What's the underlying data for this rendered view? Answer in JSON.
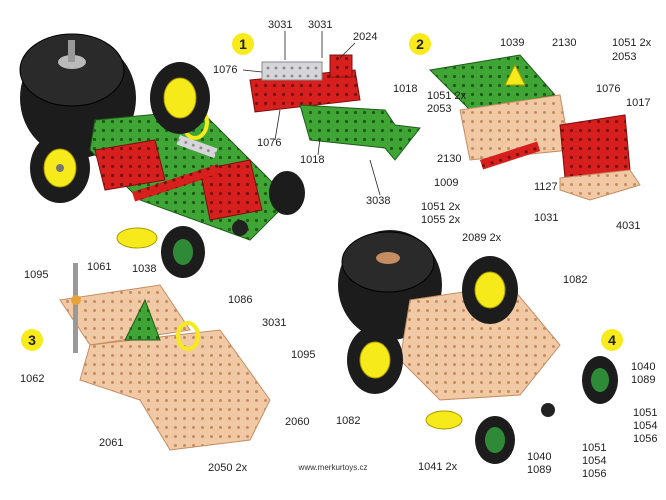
{
  "website": "www.merkurtoys.cz",
  "colors": {
    "green": "#3fa535",
    "red": "#d7201e",
    "silver": "#c8c8cc",
    "beige": "#f1c9a5",
    "yellow": "#f6ea1a",
    "tire": "#1c1c1c",
    "badge": "#f9ea1b"
  },
  "steps": [
    {
      "number": "1",
      "labels": [
        "3031",
        "3031",
        "2024",
        "1076",
        "1076",
        "1018",
        "3038"
      ]
    },
    {
      "number": "2",
      "labels": [
        "1039",
        "2130",
        "1051 2x",
        "2053",
        "1018",
        "1051 2x",
        "2053",
        "1076",
        "1017",
        "2130",
        "1009",
        "1127",
        "1051 2x",
        "1055 2x",
        "1031",
        "4031"
      ]
    },
    {
      "number": "3",
      "labels": [
        "1095",
        "1061",
        "1038",
        "1086",
        "3031",
        "1095",
        "1062",
        "2060",
        "2061",
        "2050 2x"
      ]
    },
    {
      "number": "4",
      "labels": [
        "2089 2x",
        "1082",
        "1040",
        "1089",
        "1082",
        "1051",
        "1054",
        "1056",
        "1051",
        "1054",
        "1056",
        "1040",
        "1089",
        "1041 2x"
      ]
    }
  ]
}
